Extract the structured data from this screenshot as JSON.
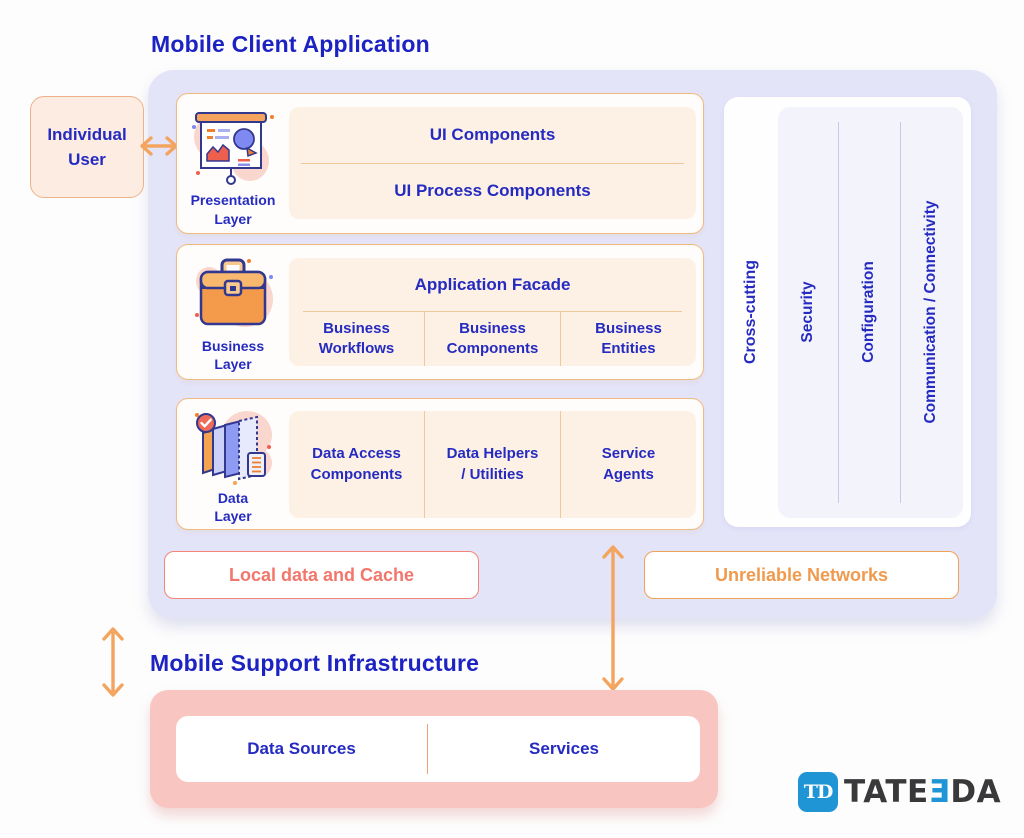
{
  "titles": {
    "client": "Mobile Client Application",
    "infrastructure": "Mobile Support Infrastructure"
  },
  "user_box": {
    "line1": "Individual",
    "line2": "User"
  },
  "layers": {
    "presentation": {
      "name": [
        "Presentation",
        "Layer"
      ],
      "rows": [
        "UI Components",
        "UI Process Components"
      ]
    },
    "business": {
      "name": [
        "Business",
        "Layer"
      ],
      "facade": "Application Facade",
      "columns": [
        [
          "Business",
          "Workflows"
        ],
        [
          "Business",
          "Components"
        ],
        [
          "Business",
          "Entities"
        ]
      ]
    },
    "data": {
      "name": [
        "Data",
        "Layer"
      ],
      "columns": [
        [
          "Data Access",
          "Components"
        ],
        [
          "Data Helpers",
          "/ Utilities"
        ],
        [
          "Service",
          "Agents"
        ]
      ]
    }
  },
  "cross_cutting": {
    "label": "Cross-cutting",
    "items": [
      "Security",
      "Configuration",
      "Communication / Connectivity"
    ]
  },
  "callouts": {
    "local_cache": "Local data and Cache",
    "unreliable_networks": "Unreliable Networks"
  },
  "infrastructure": {
    "cells": [
      "Data Sources",
      "Services"
    ]
  },
  "logo": {
    "monogram": "TD",
    "text_left": "TATE",
    "text_mid": "Ǝ",
    "text_right": "DA"
  },
  "colors": {
    "title_blue": "#1d23c3",
    "text_indigo": "#252bc0",
    "container_lavender": "#e4e4f9",
    "peach_fill": "#fdf1e6",
    "orange_border": "#f3b87d",
    "salmon": "#f2766b",
    "orange_accent": "#ef9a4d",
    "arrow_orange": "#f3a55f",
    "pink_fill": "#f8c5c1",
    "logo_blue": "#2095d6"
  }
}
